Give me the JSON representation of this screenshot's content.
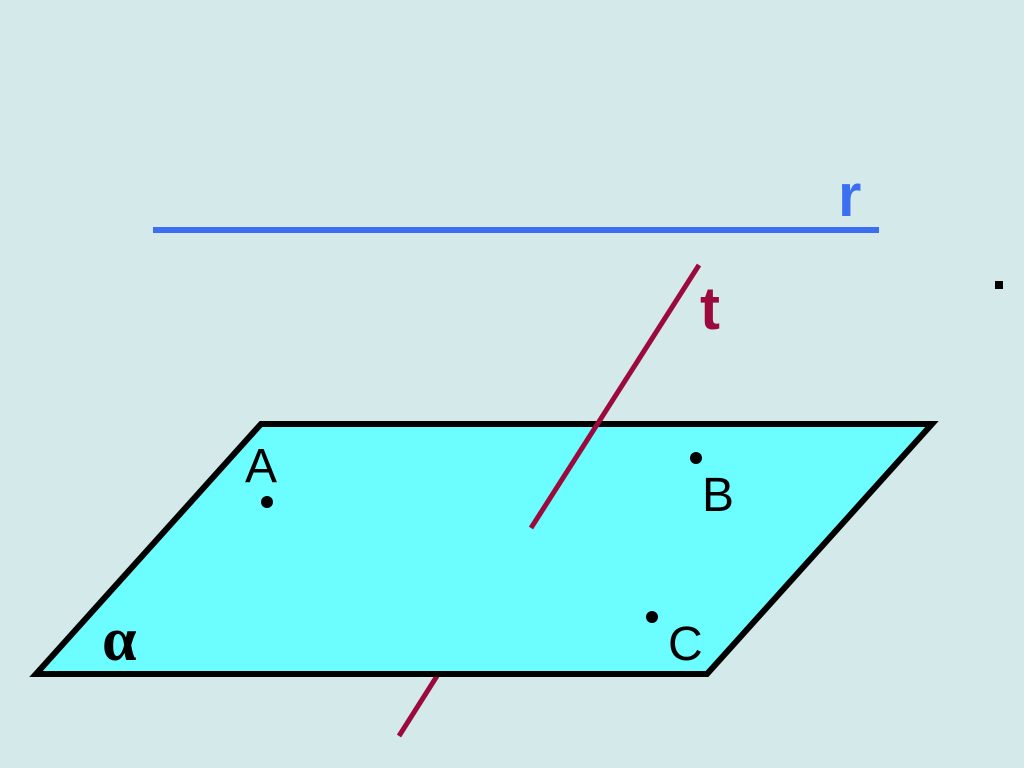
{
  "colors": {
    "background": "#d3e9ea",
    "plane_fill": "#6bfdff",
    "plane_stroke": "#000000",
    "line_r": "#3b6ef0",
    "line_t": "#9c0a3d",
    "points": "#000000"
  },
  "labels": {
    "line_r": "r",
    "line_t": "t",
    "plane": "α",
    "point_a": "A",
    "point_b": "B",
    "point_c": "C"
  }
}
